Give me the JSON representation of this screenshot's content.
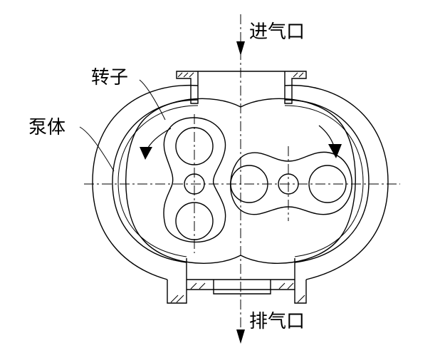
{
  "labels": {
    "inlet": "进气口",
    "outlet": "排气口",
    "rotor": "转子",
    "pump_body": "泵体"
  },
  "colors": {
    "line": "#000000",
    "background": "#ffffff"
  }
}
